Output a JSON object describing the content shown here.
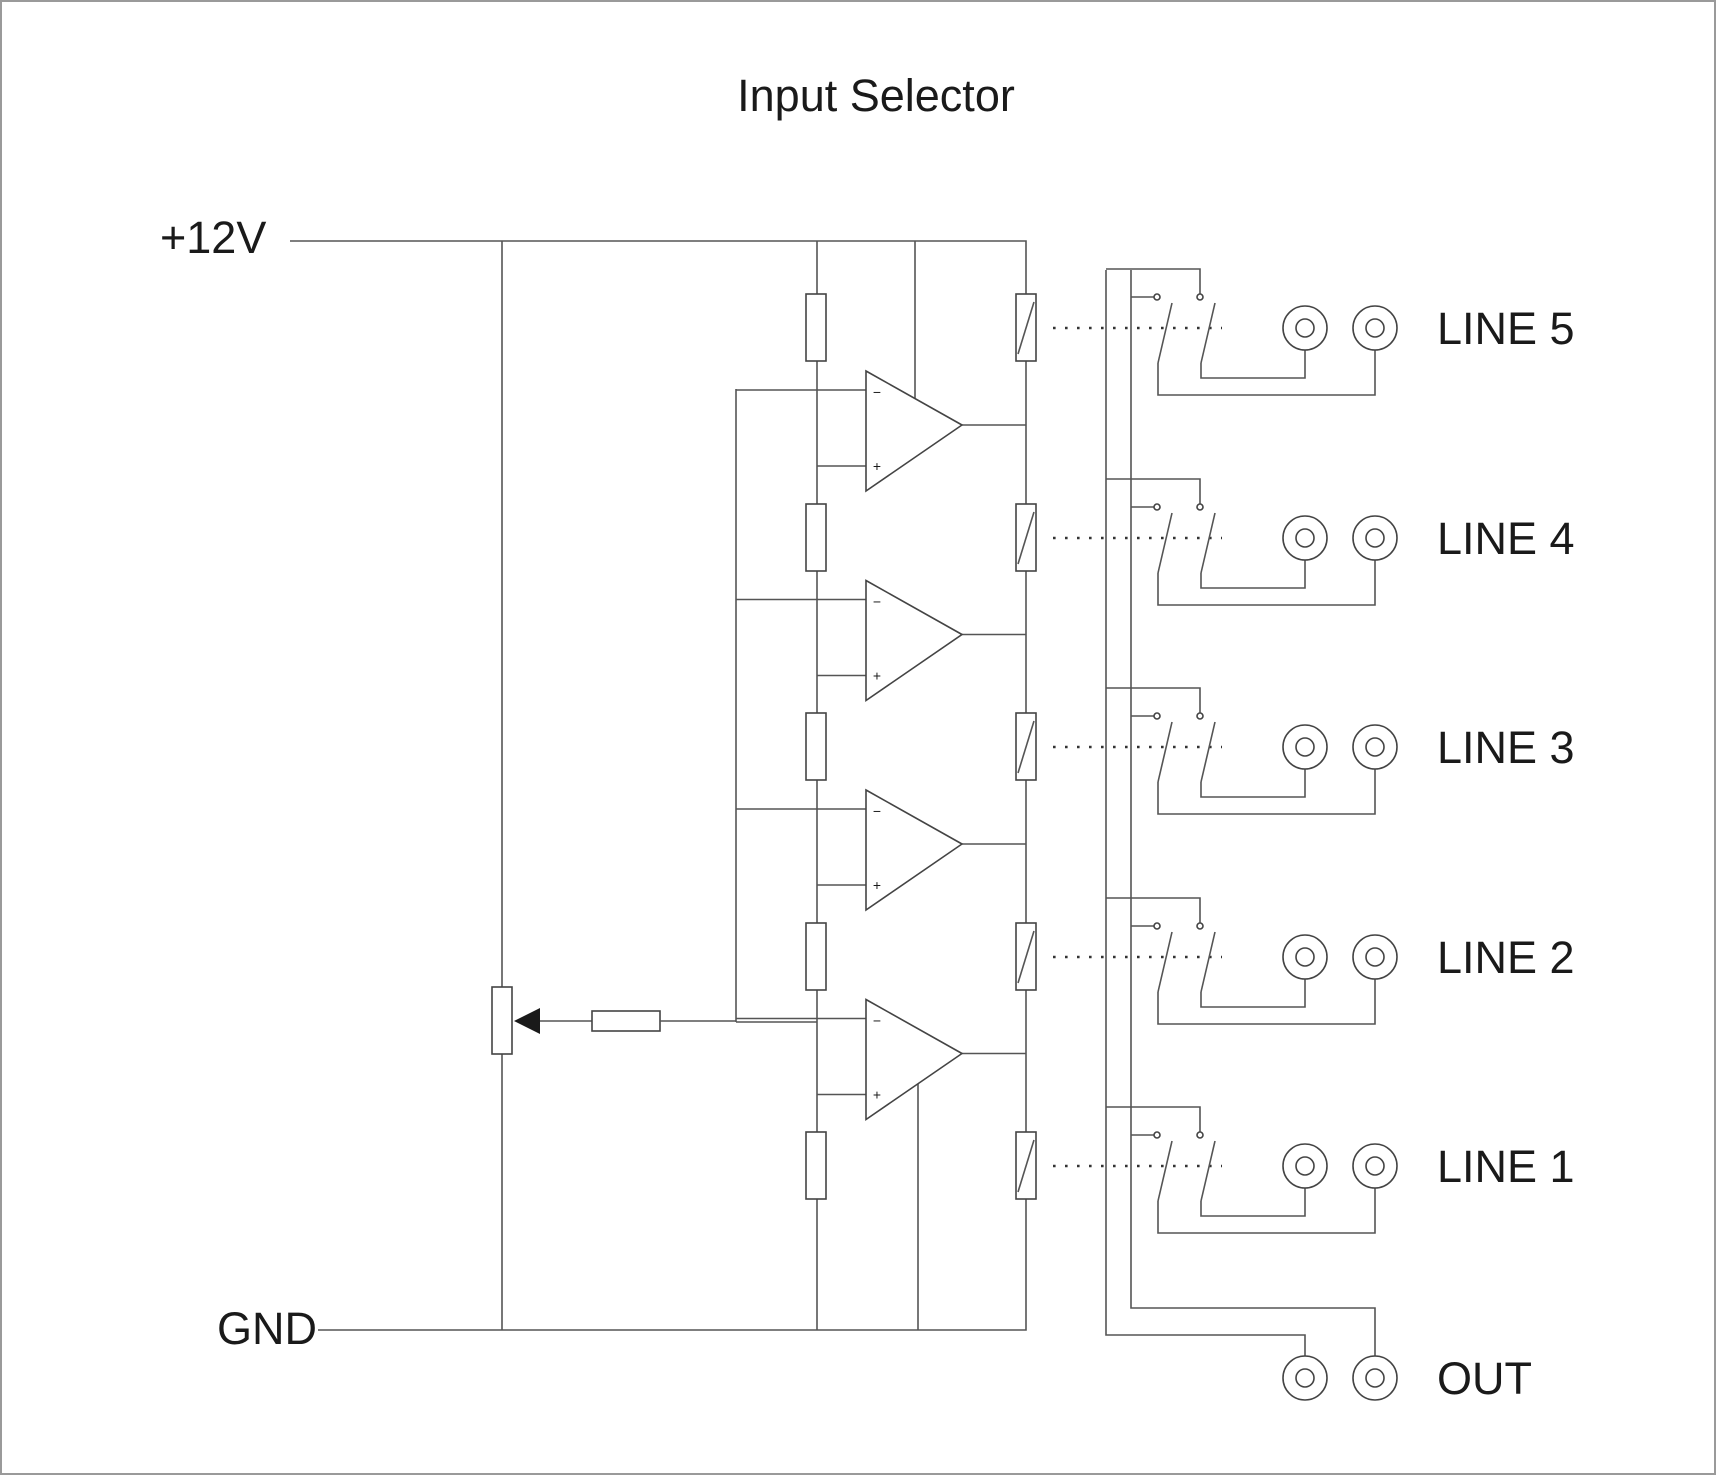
{
  "title": "Input Selector",
  "supply_label": "+12V",
  "ground_label": "GND",
  "lines": [
    {
      "label": "LINE 5"
    },
    {
      "label": "LINE 4"
    },
    {
      "label": "LINE 3"
    },
    {
      "label": "LINE 2"
    },
    {
      "label": "LINE 1"
    }
  ],
  "output_label": "OUT",
  "opamp_symbols": {
    "minus": "−",
    "plus": "+"
  },
  "colors": {
    "line": "#555555",
    "text": "#1a1a1a",
    "frame": "#9a9a9a"
  }
}
